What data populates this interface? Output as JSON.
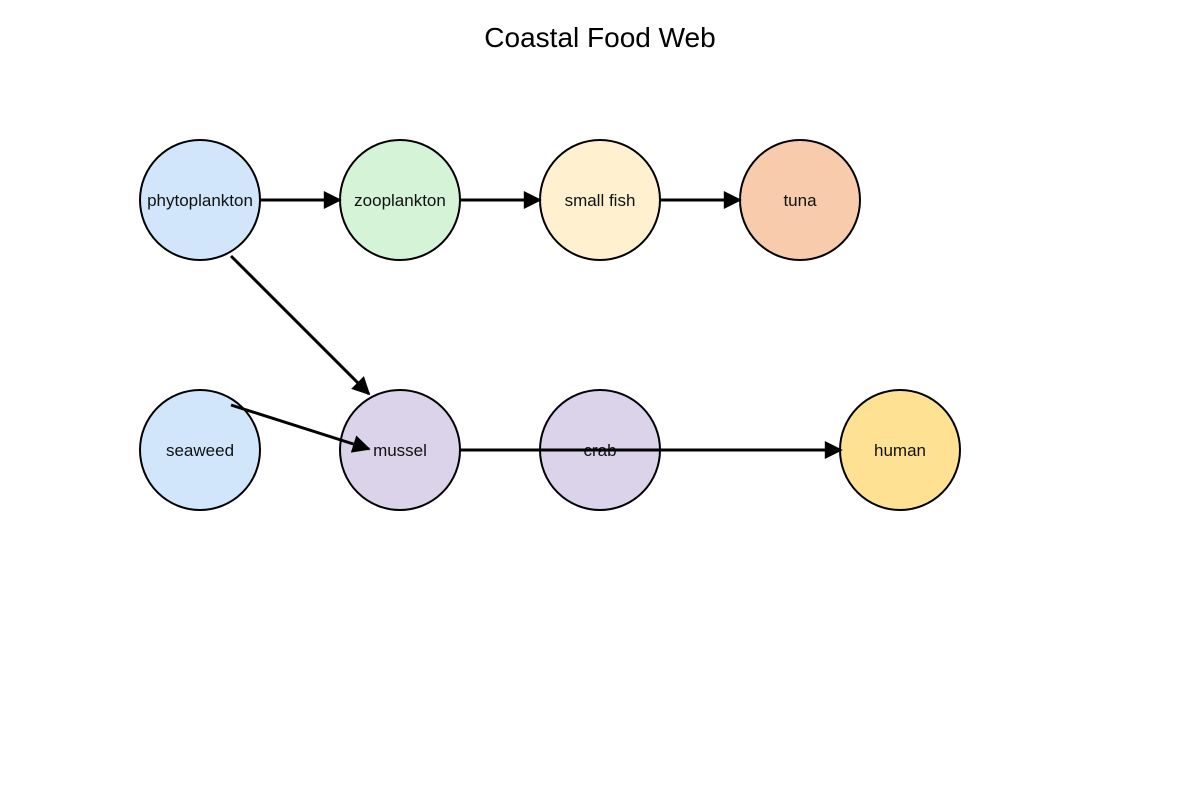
{
  "title": "Coastal Food Web",
  "nodes": [
    {
      "id": "phytoplankton",
      "label": "phytoplankton",
      "color": "#d2e6fb"
    },
    {
      "id": "zooplankton",
      "label": "zooplankton",
      "color": "#d5f3d6"
    },
    {
      "id": "small_fish",
      "label": "small fish",
      "color": "#fff1cf"
    },
    {
      "id": "tuna",
      "label": "tuna",
      "color": "#f8cbad"
    },
    {
      "id": "seaweed",
      "label": "seaweed",
      "color": "#d2e6fb"
    },
    {
      "id": "mussel",
      "label": "mussel",
      "color": "#dbd3e9"
    },
    {
      "id": "crab",
      "label": "crab",
      "color": "#dbd3e9"
    },
    {
      "id": "human",
      "label": "human",
      "color": "#ffe194"
    }
  ],
  "edges": [
    {
      "from": "phytoplankton",
      "to": "zooplankton"
    },
    {
      "from": "zooplankton",
      "to": "small_fish"
    },
    {
      "from": "small_fish",
      "to": "tuna"
    },
    {
      "from": "phytoplankton",
      "to": "mussel"
    },
    {
      "from": "seaweed",
      "to": "mussel"
    },
    {
      "from": "mussel",
      "to": "human"
    }
  ],
  "colors": {
    "stroke": "#000000",
    "edge": "#000000"
  }
}
